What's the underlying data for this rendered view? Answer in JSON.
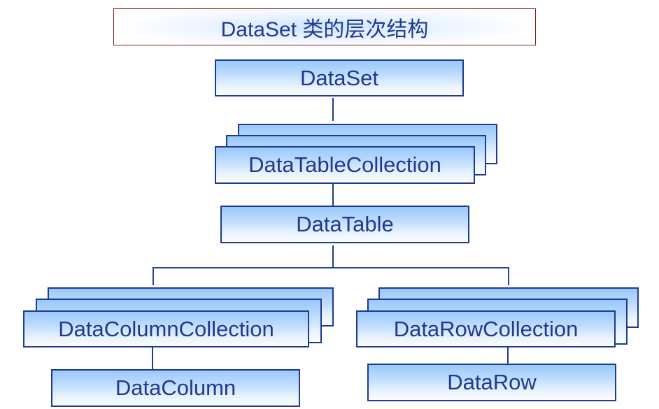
{
  "title": "DataSet 类的层次结构",
  "nodes": {
    "dataset": "DataSet",
    "datatable_collection": "DataTableCollection",
    "datatable": "DataTable",
    "datacolumn_collection": "DataColumnCollection",
    "datacolumn": "DataColumn",
    "datarow_collection": "DataRowCollection",
    "datarow": "DataRow"
  },
  "colors": {
    "box_border": "#1f3a8f",
    "text": "#1f3a8f",
    "title_border": "#8b1a1a",
    "box_fill_top": "#99c8fa",
    "box_fill_bottom": "#fafcff"
  }
}
